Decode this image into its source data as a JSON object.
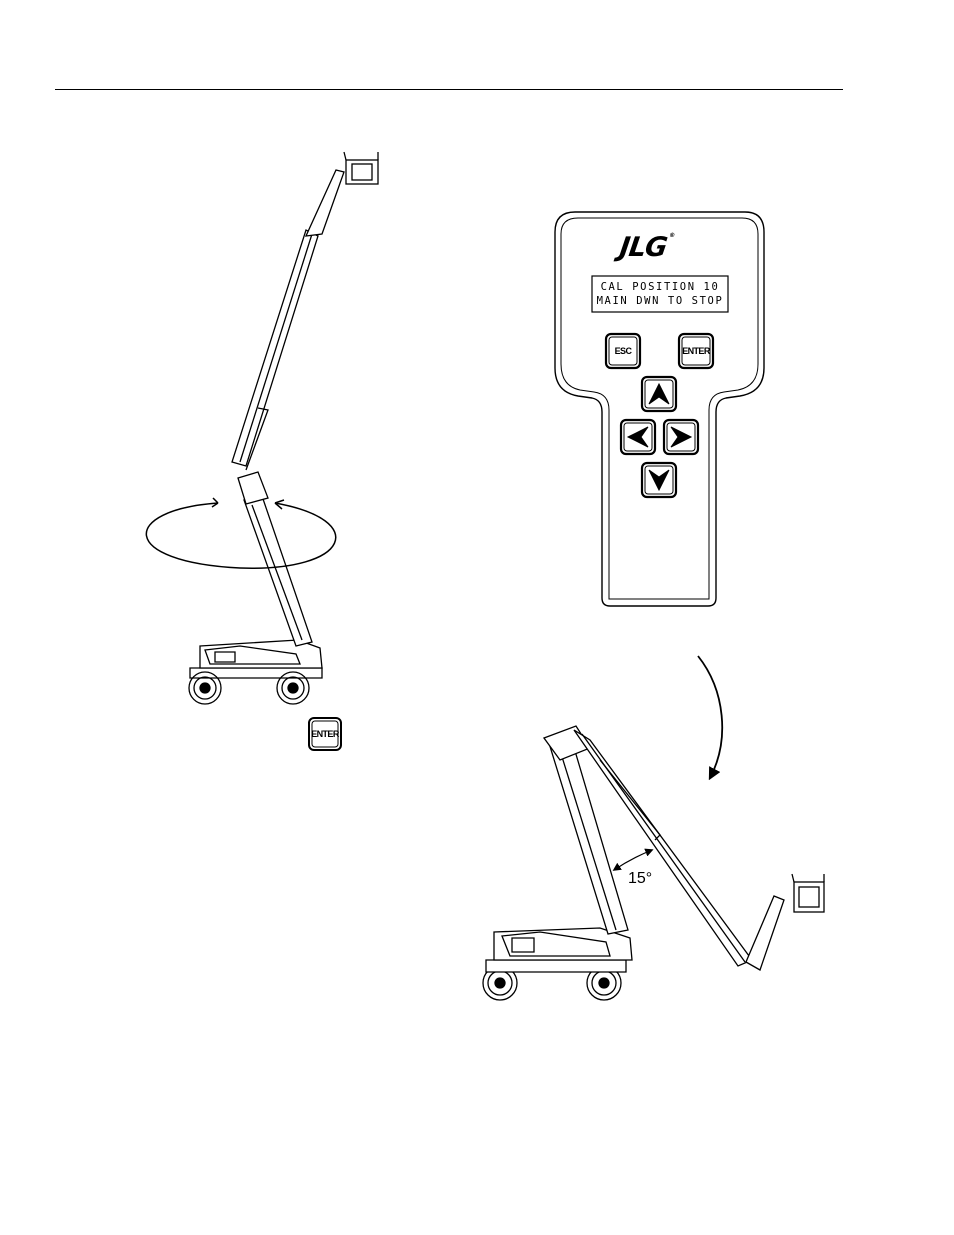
{
  "logo": {
    "text": "JLG",
    "registered": "®"
  },
  "display": {
    "line1": "CAL POSITION 10",
    "line2": "MAIN DWN TO STOP"
  },
  "keys": {
    "esc": "ESC",
    "enter": "ENTER",
    "enter_standalone": "ENTER"
  },
  "angle": "15°",
  "icons": [
    "up-arrow-icon",
    "left-arrow-icon",
    "right-arrow-icon",
    "down-arrow-icon",
    "rotation-arrow-icon",
    "curved-arrow-icon"
  ]
}
